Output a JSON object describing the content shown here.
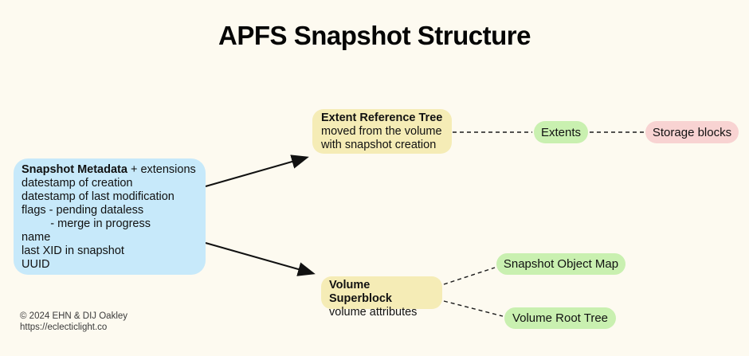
{
  "title": "APFS Snapshot Structure",
  "colors": {
    "background": "#FDFAF0",
    "blue_box": "#C7E9FA",
    "yellow_box": "#F5ECB6",
    "green_pill": "#C9F0B0",
    "pink_pill": "#F8D3D2",
    "line": "#1A1A1A"
  },
  "snapshot_metadata": {
    "title": "Snapshot Metadata",
    "title_suffix": " + extensions",
    "lines": [
      "datestamp of creation",
      "datestamp of last modification",
      "flags - pending dataless",
      "         - merge in progress",
      "name",
      "last XID in snapshot",
      "UUID"
    ]
  },
  "extent_reference_tree": {
    "title": "Extent Reference Tree",
    "line1": "moved from the volume",
    "line2": "with snapshot creation"
  },
  "extents": {
    "label": "Extents"
  },
  "storage_blocks": {
    "label": "Storage blocks"
  },
  "volume_superblock": {
    "title": "Volume Superblock",
    "line1": "volume attributes"
  },
  "snapshot_object_map": {
    "label": "Snapshot Object Map"
  },
  "volume_root_tree": {
    "label": "Volume Root Tree"
  },
  "footer": {
    "copyright": "© 2024 EHN & DIJ Oakley",
    "url": "https://eclecticlight.co"
  }
}
